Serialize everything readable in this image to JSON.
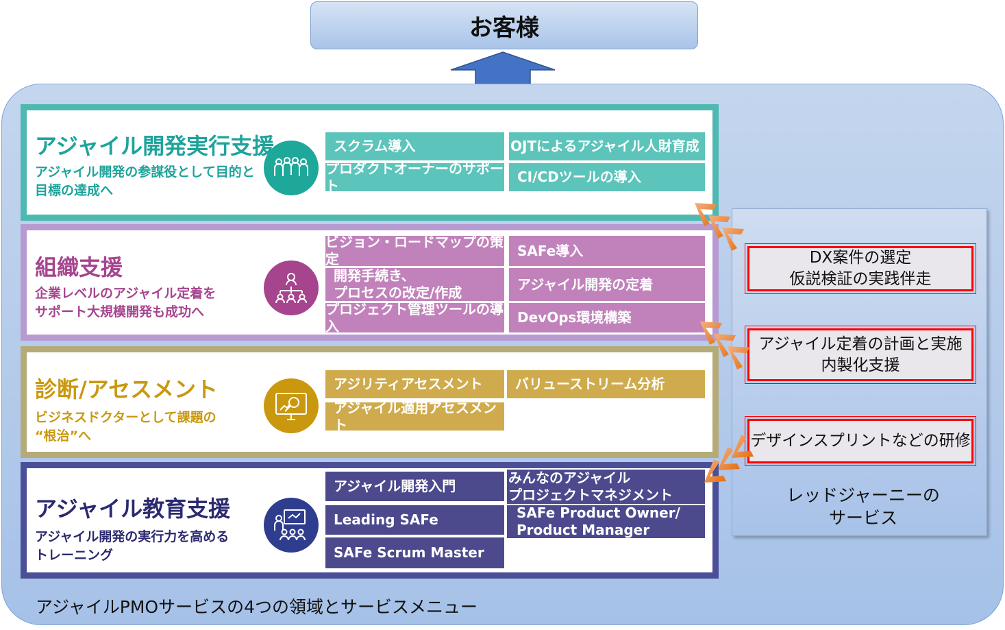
{
  "customer": {
    "label": "お客様"
  },
  "footer": {
    "caption": "アジャイルPMOサービスの4つの領域とサービスメニュー"
  },
  "sections": [
    {
      "title": "アジャイル開発実行支援",
      "subtitle": "アジャイル開発の参謀役として目的と\n目標の達成へ",
      "icon": "team-people-icon",
      "color": "#1ea39b",
      "items": [
        "スクラム導入",
        "OJTによるアジャイル人財育成",
        "プロダクトオーナーのサポート",
        "CI/CDツールの導入"
      ]
    },
    {
      "title": "組織支援",
      "subtitle": "企業レベルのアジャイル定着を\nサポート大規模開発も成功へ",
      "icon": "org-chart-icon",
      "color": "#a6448e",
      "items": [
        "ビジョン・ロードマップの策定",
        "SAFe導入",
        "開発手続き、\nプロセスの改定/作成",
        "アジャイル開発の定着",
        "プロジェクト管理ツールの導入",
        "DevOps環境構築"
      ]
    },
    {
      "title": "診断/アセスメント",
      "subtitle": "ビジネスドクターとして課題の\n“根治”へ",
      "icon": "monitor-analysis-icon",
      "color": "#c9980f",
      "items": [
        "アジリティアセスメント",
        "バリューストリーム分析",
        "アジャイル適用アセスメント"
      ]
    },
    {
      "title": "アジャイル教育支援",
      "subtitle": "アジャイル開発の実行力を高める\nトレーニング",
      "icon": "training-icon",
      "color": "#2b2a6f",
      "items": [
        "アジャイル開発入門",
        "みんなのアジャイル\nプロジェクトマネジメント",
        "Leading SAFe",
        "SAFe  Product Owner/\nProduct Manager",
        "SAFe Scrum Master"
      ]
    }
  ],
  "services": {
    "items": [
      "DX案件の選定\n仮説検証の実践伴走",
      "アジャイル定着の計画と実施\n内製化支援",
      "デザインスプリントなどの研修"
    ],
    "label": "レッドジャーニーの\nサービス"
  }
}
